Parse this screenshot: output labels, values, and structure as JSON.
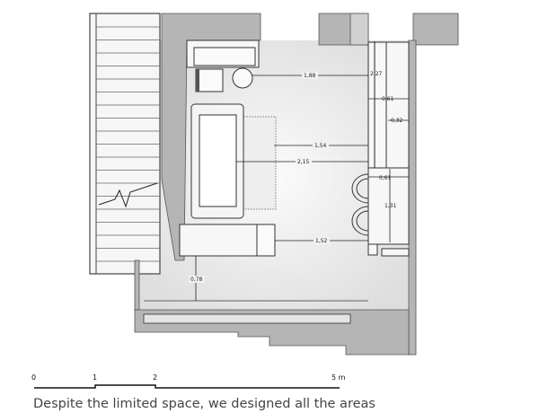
{
  "plan": {
    "dimensions": [
      "1,88",
      "2,27",
      "0,61",
      "0,32",
      "1,54",
      "2,15",
      "0,61",
      "1,31",
      "1,52",
      "0,78"
    ]
  },
  "scale_bar": {
    "labels": [
      "0",
      "1",
      "2",
      "5 m"
    ]
  },
  "caption": "Despite the limited space, we designed all the areas",
  "colors": {
    "wall": "#b5b5b5",
    "floor": "#f0f0f0",
    "line": "#333333"
  }
}
